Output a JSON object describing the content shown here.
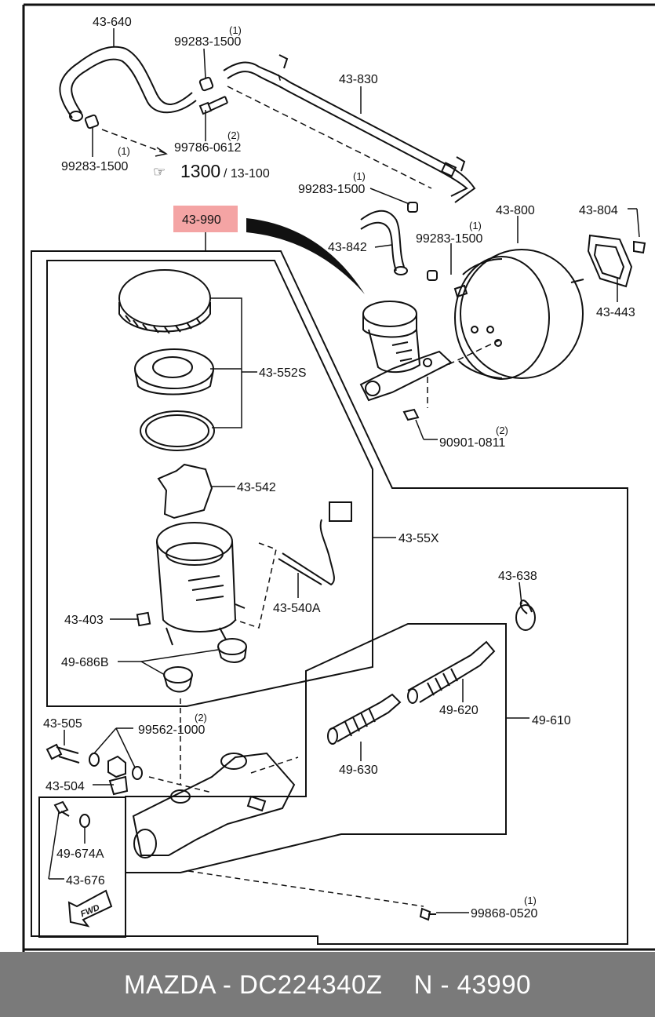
{
  "header": {
    "footer_brand": "MAZDA - DC224340Z",
    "footer_part": "N - 43990"
  },
  "colors": {
    "highlight": "#f4a4a4",
    "footer_bg": "#7a7a7a",
    "ink": "#111111"
  },
  "labels": {
    "l43640": "43-640",
    "l99283a": "99283-1500",
    "q99283a": "(1)",
    "l99786": "99786-0612",
    "q99786": "(2)",
    "l99283b": "99283-1500",
    "q99283b": "(1)",
    "ref1300": "1300",
    "ref13100": "/ 13-100",
    "l43830": "43-830",
    "l99283c": "99283-1500",
    "q99283c": "(1)",
    "l43990": "43-990",
    "l43842": "43-842",
    "l99283d": "99283-1500",
    "q99283d": "(1)",
    "l43800": "43-800",
    "l43804": "43-804",
    "l43443": "43-443",
    "l43552s": "43-552S",
    "l90901": "90901-0811",
    "q90901": "(2)",
    "l43542": "43-542",
    "l4355x": "43-55X",
    "l43540a": "43-540A",
    "l43403": "43-403",
    "l43638": "43-638",
    "l49686b": "49-686B",
    "l49620": "49-620",
    "l43505": "43-505",
    "l99562": "99562-1000",
    "q99562": "(2)",
    "l49610": "49-610",
    "l49630": "49-630",
    "l43504": "43-504",
    "l49674a": "49-674A",
    "l43676": "43-676",
    "fwd": "FWD",
    "l99868": "99868-0520",
    "q99868": "(1)"
  }
}
